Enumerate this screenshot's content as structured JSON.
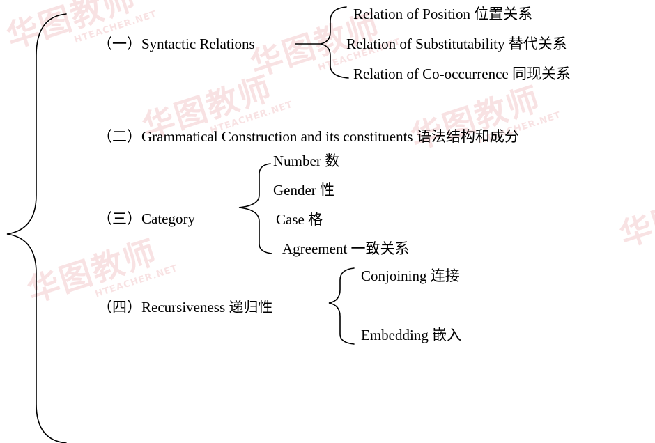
{
  "watermark": {
    "text": "华图教师",
    "sub": "HTEACHER.NET"
  },
  "sections": {
    "s1": {
      "label": "（一）Syntactic Relations",
      "items": [
        "Relation of Position 位置关系",
        "Relation of Substitutability 替代关系",
        "Relation of Co-occurrence  同现关系"
      ]
    },
    "s2": {
      "label": "（二）Grammatical Construction and its constituents  语法结构和成分"
    },
    "s3": {
      "label": "（三）Category",
      "items": [
        "Number 数",
        "Gender 性",
        "Case 格",
        "Agreement 一致关系"
      ]
    },
    "s4": {
      "label": "（四）Recursiveness  递归性",
      "items": [
        "Conjoining 连接",
        "Embedding 嵌入"
      ]
    }
  }
}
